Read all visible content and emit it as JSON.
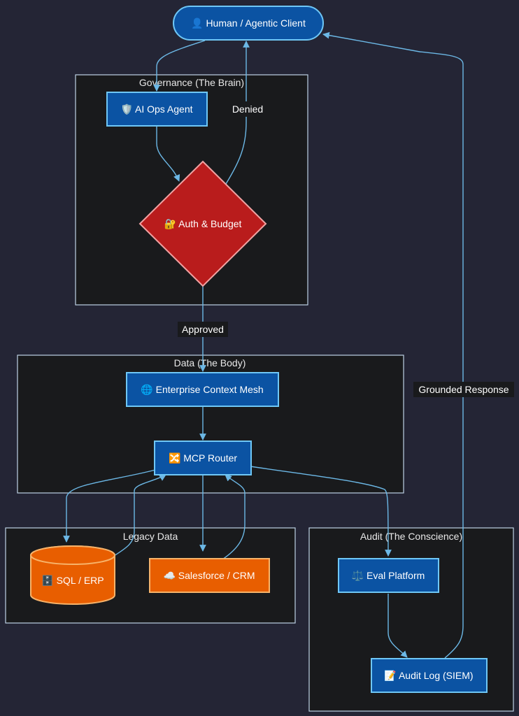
{
  "groups": {
    "governance": "Governance (The Brain)",
    "data": "Data (The Body)",
    "legacy": "Legacy Data",
    "audit": "Audit (The Conscience)"
  },
  "nodes": {
    "client": "👤 Human / Agentic Client",
    "ai_ops": "🛡️ AI Ops Agent",
    "auth": "🔐 Auth & Budget",
    "mesh": "🌐 Enterprise Context Mesh",
    "router": "🔀 MCP Router",
    "sql": "🗄️ SQL / ERP",
    "salesforce": "☁️ Salesforce / CRM",
    "eval": "⚖️ Eval Platform",
    "audit_log": "📝 Audit Log (SIEM)"
  },
  "edge_labels": {
    "denied": "Denied",
    "approved": "Approved",
    "grounded": "Grounded Response"
  },
  "colors": {
    "background": "#242535",
    "group_fill": "#191a1c",
    "blue_node": "#0b53a3",
    "orange_node": "#e85e00",
    "red_node": "#b91c1c",
    "edge": "#6cb8e6"
  }
}
